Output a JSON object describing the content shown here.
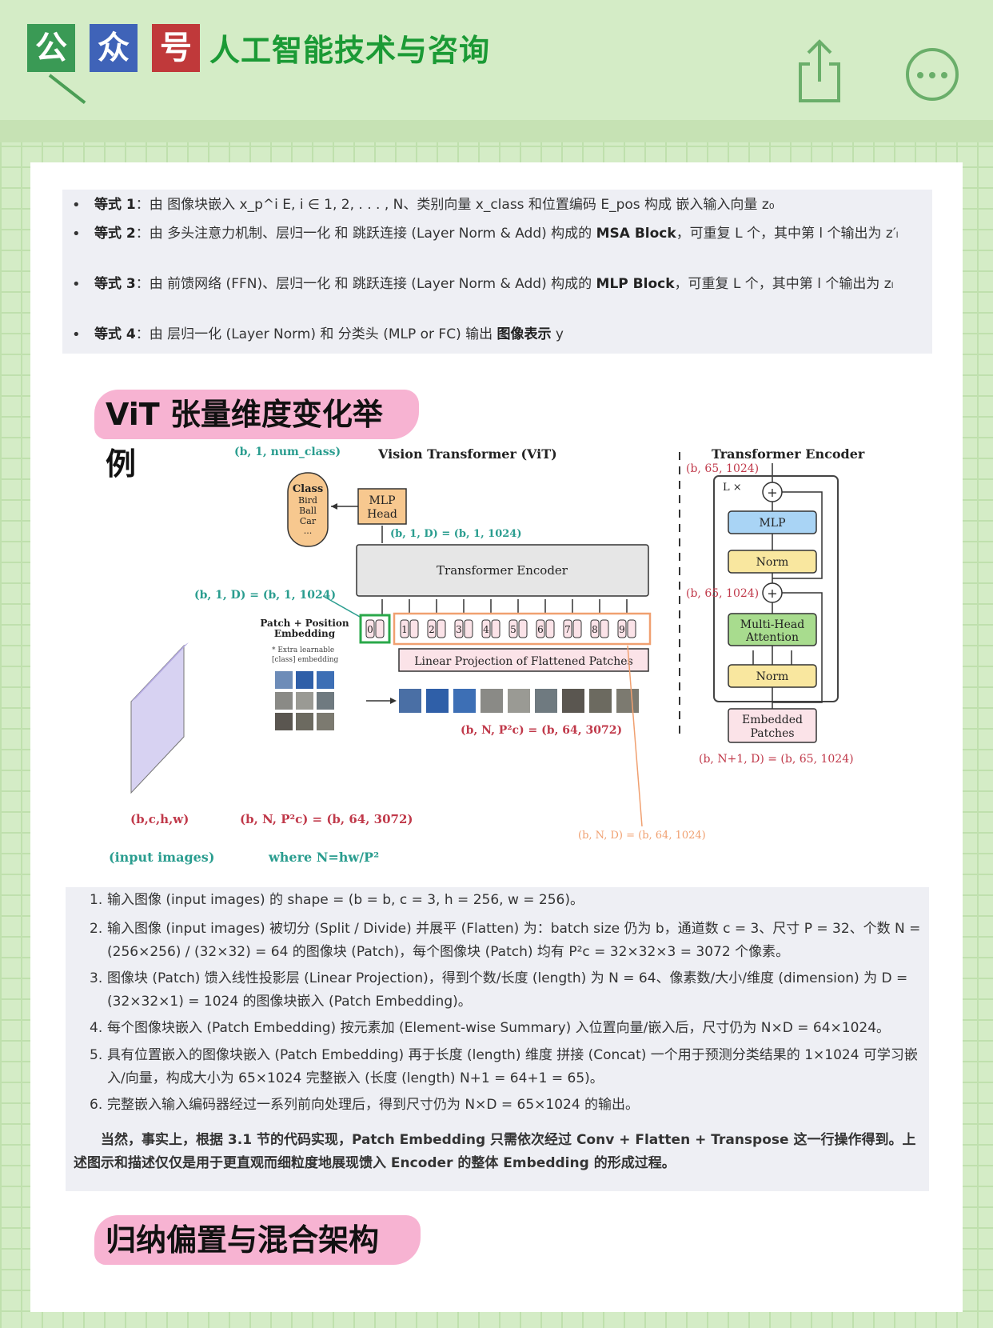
{
  "header": {
    "badges": [
      "公",
      "众",
      "号"
    ],
    "account_name": "人工智能技术与咨询"
  },
  "bullets": [
    {
      "label": "等式 1",
      "text": "由 图像块嵌入 x_p^i E, i ∈ 1, 2, . . . , N、类别向量 x_class 和位置编码 E_pos 构成 嵌入输入向量 z₀"
    },
    {
      "label": "等式 2",
      "pre": "由 多头注意力机制、层归一化 和 跳跃连接 (Layer Norm & Add) 构成的 ",
      "bold": "MSA Block",
      "post": "，可重复 L 个，其中第 l 个输出为 z′ₗ"
    },
    {
      "label": "等式 3",
      "pre": "由 前馈网络 (FFN)、层归一化 和 跳跃连接 (Layer Norm & Add) 构成的 ",
      "bold": "MLP Block",
      "post": "，可重复 L 个，其中第 l 个输出为 zₗ"
    },
    {
      "label": "等式 4",
      "pre": "由 层归一化 (Layer Norm) 和 分类头 (MLP or FC) 输出 ",
      "bold": "图像表示",
      "post": " y"
    }
  ],
  "section1_title": "ViT 张量维度变化举例",
  "diagram": {
    "title_vit": "Vision Transformer (ViT)",
    "title_enc": "Transformer Encoder",
    "num_class": "(b, 1, num_class)",
    "class_box": [
      "Class",
      "Bird",
      "Ball",
      "Car",
      "..."
    ],
    "mlp_head": [
      "MLP",
      "Head"
    ],
    "head_dim": "(b, 1, D) = (b, 1, 1024)",
    "encoder_box": "Transformer Encoder",
    "cls_dim": "(b, 1, D) = (b, 1, 1024)",
    "patch_pos": [
      "Patch + Position",
      "Embedding"
    ],
    "extra": [
      "* Extra learnable",
      "[class] embedding"
    ],
    "tokens": [
      "0",
      "1",
      "2",
      "3",
      "4",
      "5",
      "6",
      "7",
      "8",
      "9"
    ],
    "linear_proj": "Linear Projection of Flattened Patches",
    "patch_dim": "(b, N, P²c) = (b, 64, 3072)",
    "input_dim": "(b,c,h,w)",
    "input_label": "(input images)",
    "flat_dim": "(b, N, P²c) = (b, 64, 3072)",
    "where": "where N=hw/P²",
    "embed_dim": "(b, N, D) = (b, 64, 1024)",
    "enc_out": "(b, 65, 1024)",
    "enc_mid": "(b, 65, 1024)",
    "lx": "L ×",
    "mlp": "MLP",
    "norm": "Norm",
    "mha": [
      "Multi-Head",
      "Attention"
    ],
    "embedded_patches": [
      "Embedded",
      "Patches"
    ],
    "enc_in": "(b, N+1, D) = (b, 65, 1024)",
    "plus": "+"
  },
  "steps": [
    "输入图像 (input images) 的 shape = (b = b, c = 3, h = 256, w = 256)。",
    "输入图像 (input images) 被切分 (Split / Divide) 并展平 (Flatten) 为：batch size 仍为 b，通道数 c = 3、尺寸 P = 32、个数 N = (256×256) / (32×32) = 64 的图像块 (Patch)，每个图像块 (Patch) 均有 P²c = 32×32×3 = 3072 个像素。",
    "图像块 (Patch) 馈入线性投影层 (Linear Projection)，得到个数/长度 (length) 为 N = 64、像素数/大小/维度 (dimension) 为 D = (32×32×1) = 1024 的图像块嵌入 (Patch Embedding)。",
    "每个图像块嵌入 (Patch Embedding) 按元素加 (Element-wise Summary) 入位置向量/嵌入后，尺寸仍为 N×D = 64×1024。",
    "具有位置嵌入的图像块嵌入 (Patch Embedding) 再于长度 (length) 维度 拼接 (Concat) 一个用于预测分类结果的 1×1024 可学习嵌入/向量，构成大小为 65×1024 完整嵌入 (长度 (length) N+1 = 64+1 = 65)。",
    "完整嵌入输入编码器经过一系列前向处理后，得到尺寸仍为 N×D = 65×1024 的输出。"
  ],
  "step_numbers": [
    "1.",
    "2.",
    "3.",
    "4.",
    "5.",
    "6."
  ],
  "paragraph": "当然，事实上，根据 3.1 节的代码实现，Patch Embedding 只需依次经过 Conv + Flatten + Transpose 这一行操作得到。上述图示和描述仅仅是用于更直观而细粒度地展现馈入 Encoder 的整体 Embedding 的形成过程。",
  "section2_title": "归纳偏置与混合架构"
}
